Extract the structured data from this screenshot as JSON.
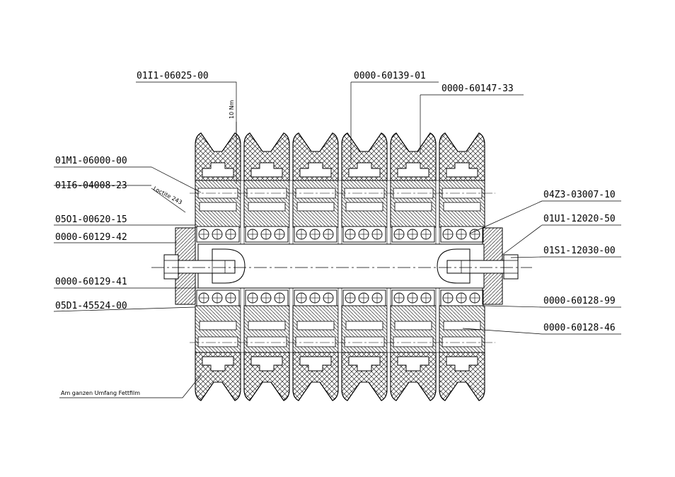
{
  "callouts_left": [
    {
      "text": "01I1-06025-00"
    },
    {
      "text": "01M1-06000-00"
    },
    {
      "text": "01I6-04008-23"
    },
    {
      "text": "05O1-00620-15"
    },
    {
      "text": "0000-60129-42"
    },
    {
      "text": "0000-60129-41"
    },
    {
      "text": "05D1-45524-00"
    }
  ],
  "callouts_top": [
    {
      "text": "0000-60139-01"
    },
    {
      "text": "0000-60147-33"
    }
  ],
  "callouts_right": [
    {
      "text": "04Z3-03007-10"
    },
    {
      "text": "01U1-12020-50"
    },
    {
      "text": "01S1-12030-00"
    },
    {
      "text": "0000-60128-99"
    },
    {
      "text": "0000-60128-46"
    }
  ],
  "notes": {
    "torque": "10 Nm",
    "loctite": "Loctite 243",
    "grease": "Am ganzen Umfang Fettfilm"
  },
  "colors": {
    "ink": "#000000",
    "paper": "#ffffff"
  }
}
